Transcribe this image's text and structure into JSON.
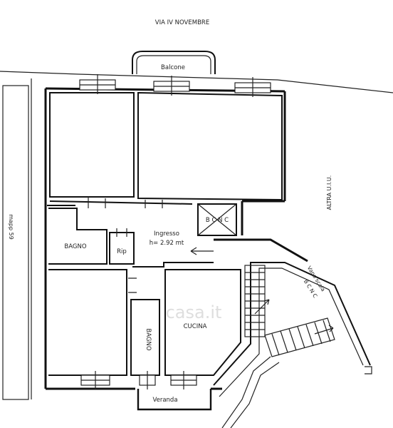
{
  "plan": {
    "street": "VIA IV NOVEMBRE",
    "balcony": "Balcone",
    "neighbor_left": "mapp 59",
    "neighbor_right": "ALTRA U.I.U.",
    "rooms": {
      "bathroom_left": "BAGNO",
      "storage": "Rip",
      "entrance": "Ingresso",
      "ceiling_height": "h= 2.92 mt",
      "shaft": "B C N C",
      "bathroom_vertical": "BAGNO",
      "kitchen": "CUCINA",
      "veranda": "Veranda",
      "stairwell": "Vano scala",
      "stairwell_code": "B C N C"
    },
    "watermark": "casa.it"
  }
}
